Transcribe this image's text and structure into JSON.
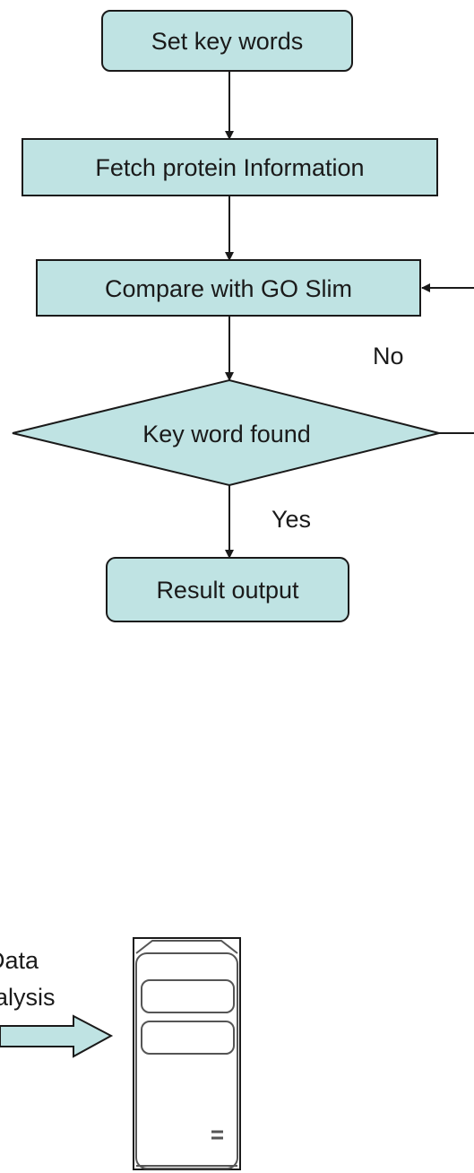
{
  "flowchart": {
    "set_keywords": "Set key words",
    "fetch_protein": "Fetch protein Information",
    "compare_go": "Compare with GO Slim",
    "decision": "Key word found",
    "result": "Result output",
    "label_no": "No",
    "label_yes": "Yes"
  },
  "lower": {
    "label_line1": "Data",
    "label_line2": "alysis",
    "server_icon": "server-tower-icon"
  },
  "colors": {
    "node_fill": "#bfe3e3",
    "stroke": "#1a1a1a"
  }
}
